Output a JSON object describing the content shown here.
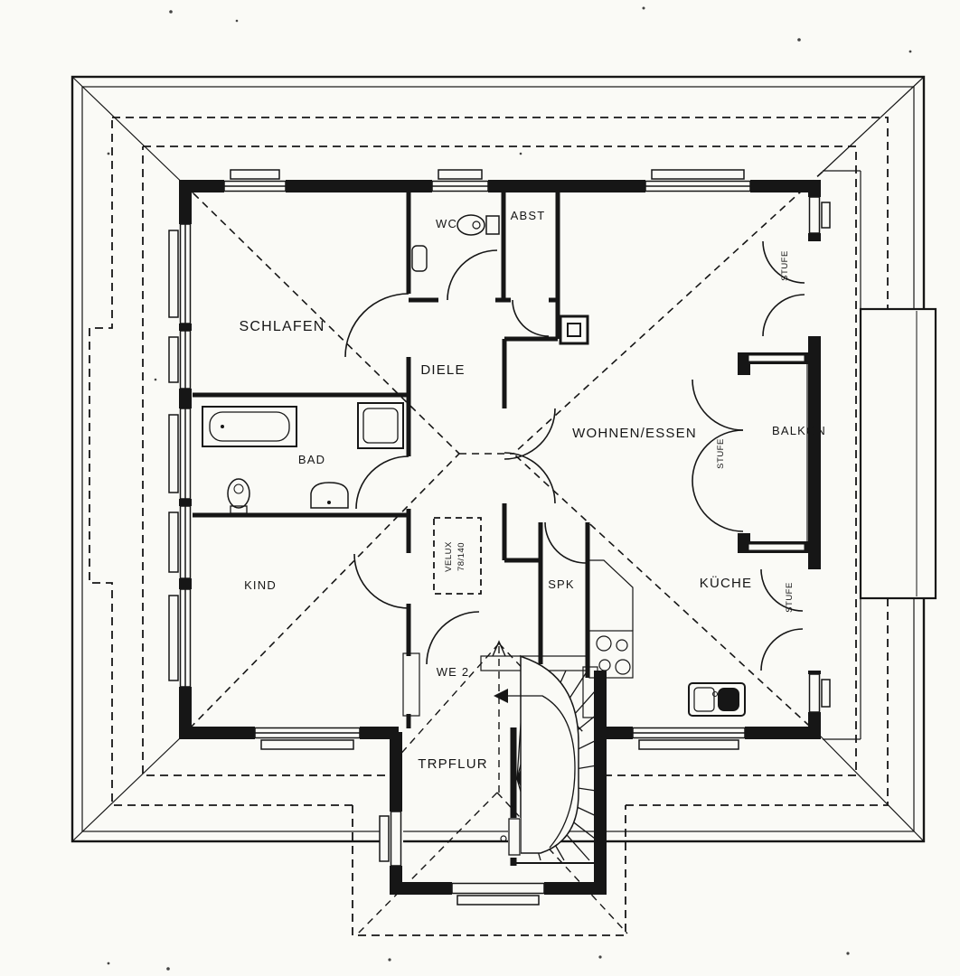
{
  "plan": {
    "rooms": {
      "schlafen": "SCHLAFEN",
      "wc": "WC",
      "abst": "ABST",
      "diele": "DIELE",
      "wohnen_essen": "WOHNEN/ESSEN",
      "balkon": "BALKON",
      "bad": "BAD",
      "kind": "KIND",
      "spk": "SPK",
      "kueche": "KÜCHE",
      "trpflur": "TRPFLUR"
    },
    "annotations": {
      "unit_label": "WE 2",
      "skylight_brand": "VELUX",
      "skylight_size": "78/140",
      "step_label": "STUFE"
    },
    "colors": {
      "paper": "#fafaf6",
      "ink": "#161616"
    }
  }
}
